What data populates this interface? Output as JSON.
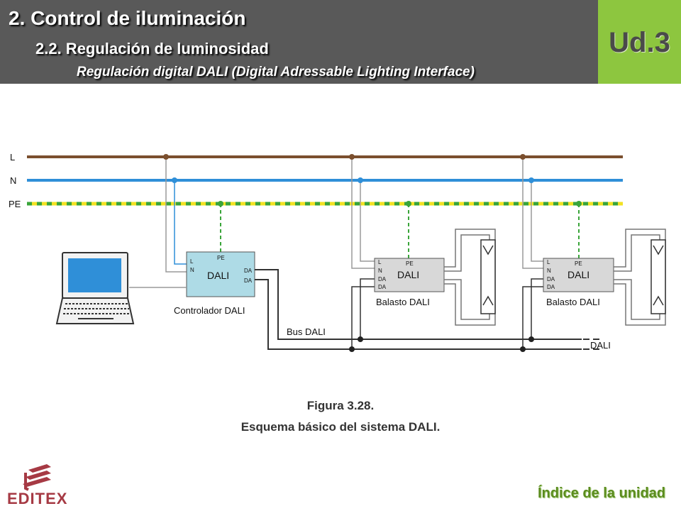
{
  "header": {
    "title": "2. Control de iluminación",
    "subtitle": "2.2. Regulación de luminosidad",
    "topic": "Regulación digital DALI (Digital Adressable Lighting Interface)",
    "unit_badge": "Ud.3"
  },
  "diagram": {
    "lines": {
      "l": "L",
      "n": "N",
      "pe": "PE"
    },
    "controller": {
      "title": "DALI",
      "pin_l": "L",
      "pin_n": "N",
      "pin_pe": "PE",
      "pin_da1": "DA",
      "pin_da2": "DA",
      "caption": "Controlador DALI"
    },
    "ballast_1": {
      "title": "DALI",
      "pin_l": "L",
      "pin_n": "N",
      "pin_da1": "DA",
      "pin_da2": "DA",
      "pin_pe": "PE",
      "caption": "Balasto DALI"
    },
    "ballast_2": {
      "title": "DALI",
      "pin_l": "L",
      "pin_n": "N",
      "pin_da1": "DA",
      "pin_da2": "DA",
      "pin_pe": "PE",
      "caption": "Balasto DALI"
    },
    "bus_label": "Bus DALI",
    "bus_end_label": "DALI",
    "colors": {
      "l": "#7b4f2e",
      "n": "#2f8fd8",
      "pe_yellow": "#f2e222",
      "pe_green": "#3aa53a",
      "box": "#aedbe6"
    }
  },
  "caption": {
    "line1": "Figura 3.28.",
    "line2": "Esquema básico del sistema DALI."
  },
  "footer": {
    "logo_text": "EDITEX",
    "index_link": "Índice de la unidad"
  }
}
